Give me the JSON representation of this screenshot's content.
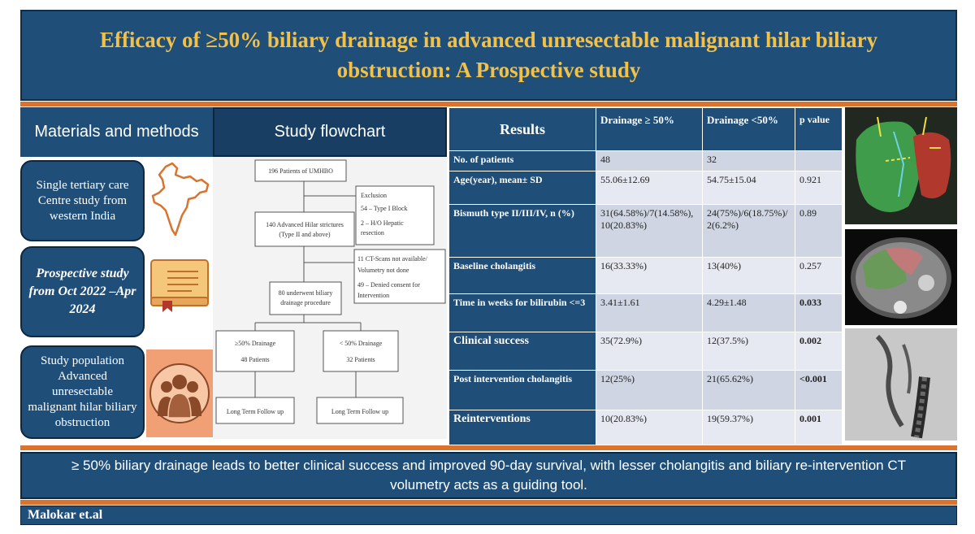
{
  "title": "Efficacy of ≥50% biliary drainage in advanced unresectable malignant hilar biliary obstruction: A Prospective study",
  "headers": {
    "methods": "Materials and methods",
    "flowchart": "Study flowchart"
  },
  "methods": {
    "centre": "Single tertiary care Centre study from western India",
    "design": "Prospective study from Oct 2022 –Apr 2024",
    "population": "Study population Advanced unresectable malignant hilar biliary obstruction"
  },
  "flowchart": {
    "total": "196 Patients of UMHBO",
    "exclusion_title": "Exclusion",
    "exclusion_1": "54 – Type I Block",
    "exclusion_2a": "2 – H/O Hepatic",
    "exclusion_2b": "resection",
    "advanced_a": "140 Advanced Hilar strictures",
    "advanced_b": "(Type II and above)",
    "excl2_a": "11 CT-Scans not available/",
    "excl2_b": "Volumetry not done",
    "excl2_c": "49 – Denied consent for",
    "excl2_d": "Intervention",
    "underwent_a": "80 underwent biliary",
    "underwent_b": "drainage procedure",
    "arm1_a": "≥50% Drainage",
    "arm1_b": "48 Patients",
    "arm2_a": "< 50% Drainage",
    "arm2_b": "32 Patients",
    "followup1": "Long Term Follow up",
    "followup2": "Long Term Follow up"
  },
  "results": {
    "header": "Results",
    "col_ge50": "Drainage ≥ 50%",
    "col_lt50": "Drainage <50%",
    "col_p": "p value",
    "rows": [
      {
        "label": "No. of patients",
        "a": "48",
        "b": "32",
        "p": ""
      },
      {
        "label": "Age(year), mean± SD",
        "a": "55.06±12.69",
        "b": "54.75±15.04",
        "p": "0.921"
      },
      {
        "label": "Bismuth type II/III/IV, n (%)",
        "a": "31(64.58%)/7(14.58%),10(20.83%)",
        "b": "24(75%)/6(18.75%)/2(6.2%)",
        "p": "0.89"
      },
      {
        "label": "Baseline cholangitis",
        "a": "16(33.33%)",
        "b": "13(40%)",
        "p": "0.257"
      },
      {
        "label": "Time in weeks for bilirubin <=3",
        "a": "3.41±1.61",
        "b": "4.29±1.48",
        "p": "0.033"
      },
      {
        "label": "Clinical success",
        "a": "35(72.9%)",
        "b": "12(37.5%)",
        "p": "0.002"
      },
      {
        "label": "Post intervention cholangitis",
        "a": "12(25%)",
        "b": "21(65.62%)",
        "p": "<0.001"
      },
      {
        "label": "Reinterventions",
        "a": "10(20.83%)",
        "b": "19(59.37%)",
        "p": "0.001"
      }
    ]
  },
  "conclusion": "≥ 50% biliary drainage leads to better clinical success and improved 90-day survival, with lesser cholangitis and biliary re-intervention CT volumetry acts as a guiding tool.",
  "author": "Malokar et.al",
  "icons": {
    "map": "india-map-icon",
    "book": "book-icon",
    "people": "people-group-icon"
  },
  "colors": {
    "navy": "#1f4e79",
    "gold": "#f2c14a",
    "orange": "#d9732e"
  }
}
